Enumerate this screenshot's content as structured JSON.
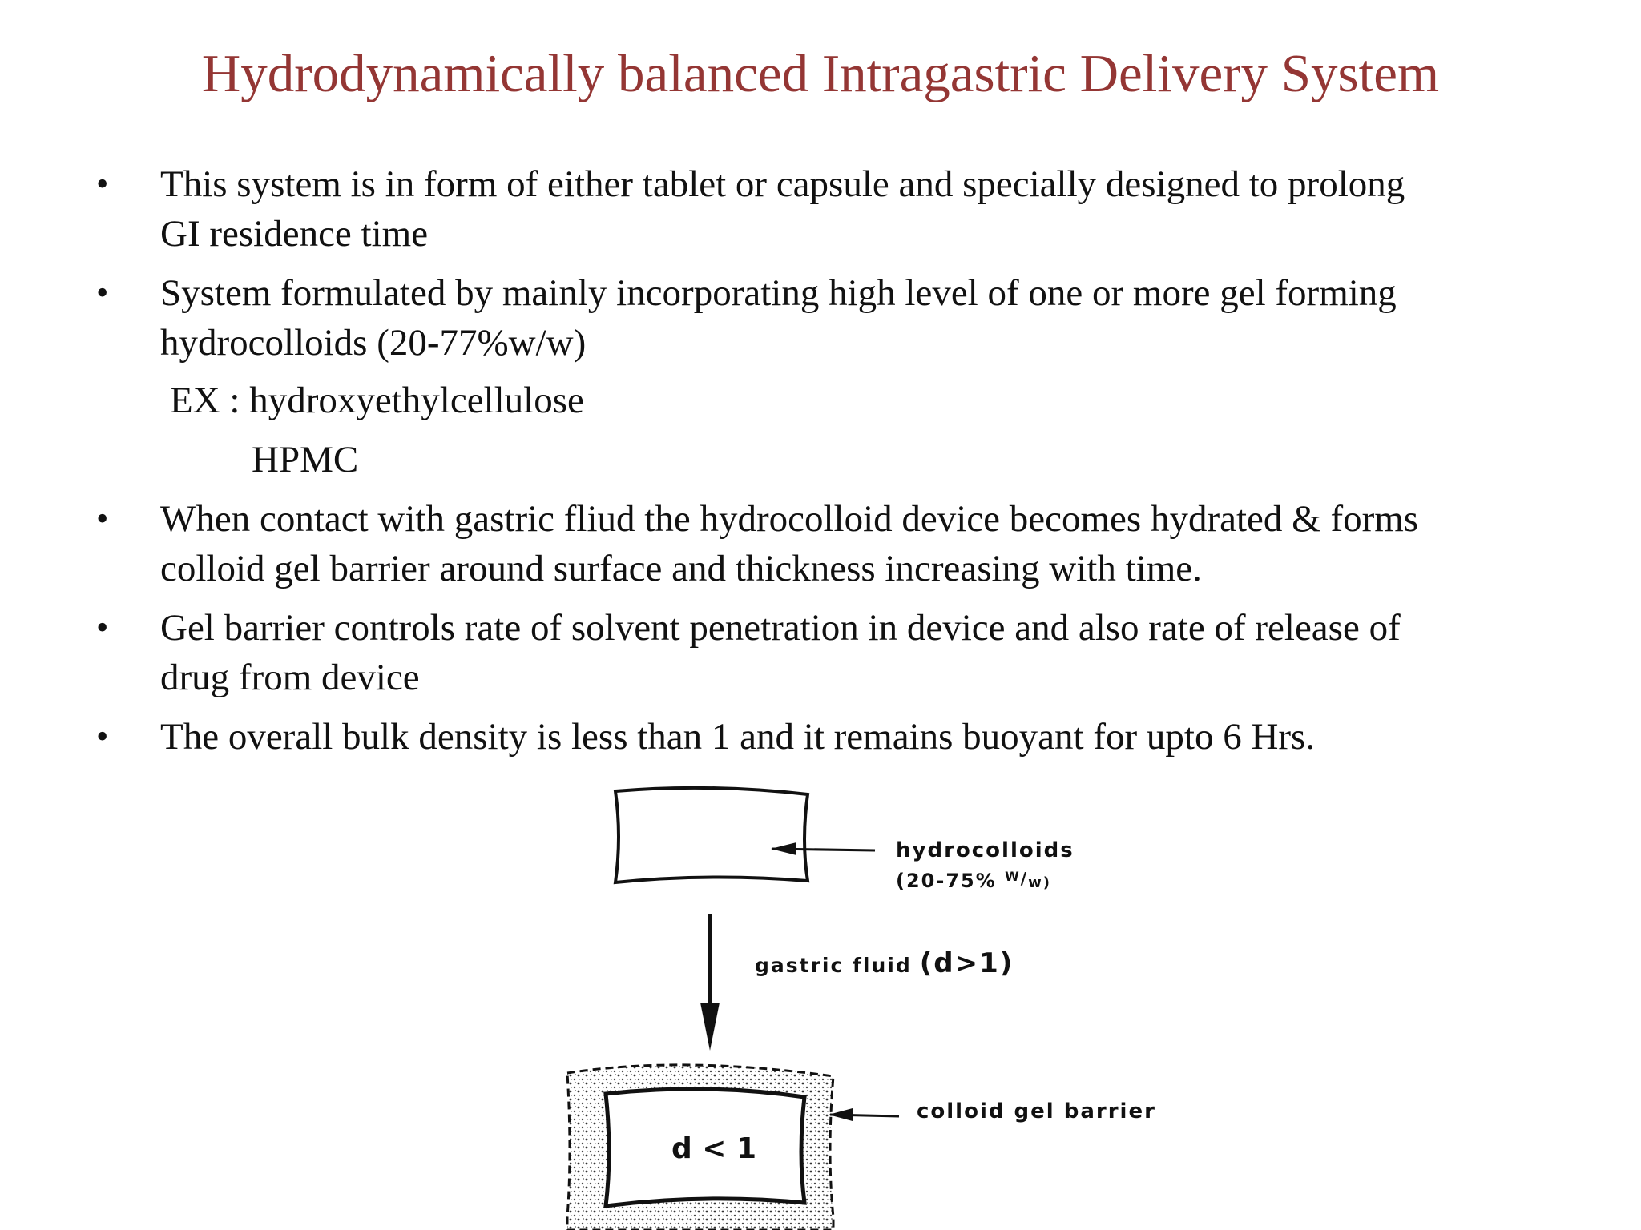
{
  "slide": {
    "title": "Hydrodynamically balanced Intragastric Delivery System",
    "bullets": [
      {
        "symbol": "•",
        "lines": [
          "This system is in form of either tablet or capsule and specially designed to prolong",
          "GI residence time"
        ]
      },
      {
        "symbol": "•",
        "lines": [
          "System formulated by mainly incorporating high level of one or more gel forming",
          "hydrocolloids (20-77%w/w)"
        ]
      },
      {
        "symbol": "",
        "lines": [
          "EX : hydroxyethylcellulose",
          "HPMC"
        ]
      },
      {
        "symbol": "•",
        "lines": [
          "When contact with gastric fliud the hydrocolloid device becomes hydrated & forms",
          "colloid gel barrier around surface and thickness increasing with time."
        ]
      },
      {
        "symbol": "•",
        "lines": [
          "Gel barrier controls rate of solvent penetration in device and also rate of release of",
          "drug from device"
        ]
      },
      {
        "symbol": "•",
        "lines": [
          "The overall bulk density is less than 1 and it remains buoyant for upto 6 Hrs."
        ]
      }
    ]
  },
  "diagram": {
    "hydrocolloids_label": "hydrocolloids",
    "hydrocolloids_percent": "(20-75% ",
    "hydrocolloids_ww_w": "W",
    "hydrocolloids_ww_slash": "/",
    "hydrocolloids_ww_end": "w)",
    "gastric_fluid_label": "gastric fluid",
    "gastric_fluid_density": "(d>1)",
    "gel_barrier_label": "colloid gel barrier",
    "inner_density": "d < 1"
  }
}
